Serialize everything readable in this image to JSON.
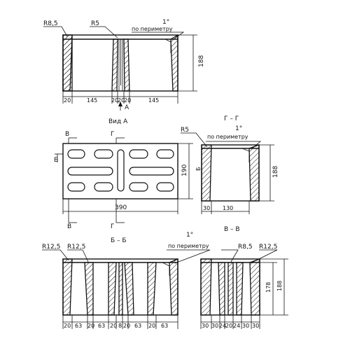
{
  "top_section": {
    "r_left": "R8,5",
    "r_mid": "R5",
    "degree": "1°",
    "perimeter": "по периметру",
    "height": "188",
    "dims": [
      "20",
      "145",
      "20",
      "20",
      "20",
      "145"
    ],
    "arrow_label": "A",
    "view_label": "Вид А"
  },
  "plan_view": {
    "cut_v": "В",
    "cut_g": "Г",
    "cut_b": "Б",
    "height": "190",
    "width": "390"
  },
  "section_gg": {
    "title": "Г – Г",
    "radius": "R5",
    "degree": "1°",
    "perimeter": "по периметру",
    "height": "188",
    "dims": [
      "30",
      "130"
    ]
  },
  "section_bb": {
    "title": "Б – Б",
    "r_left": "R12,5",
    "r_mid": "R12,5",
    "degree": "1°",
    "perimeter": "по периметру",
    "dims": [
      "20",
      "63",
      "20",
      "63",
      "20",
      "8",
      "20",
      "63",
      "20",
      "63"
    ]
  },
  "section_vv": {
    "title": "В – В",
    "r_left": "R8,5",
    "r_right": "R12,5",
    "inner_height": "178",
    "height": "188",
    "dims": [
      "30",
      "30",
      "24",
      "20",
      "24",
      "30",
      "30"
    ]
  }
}
